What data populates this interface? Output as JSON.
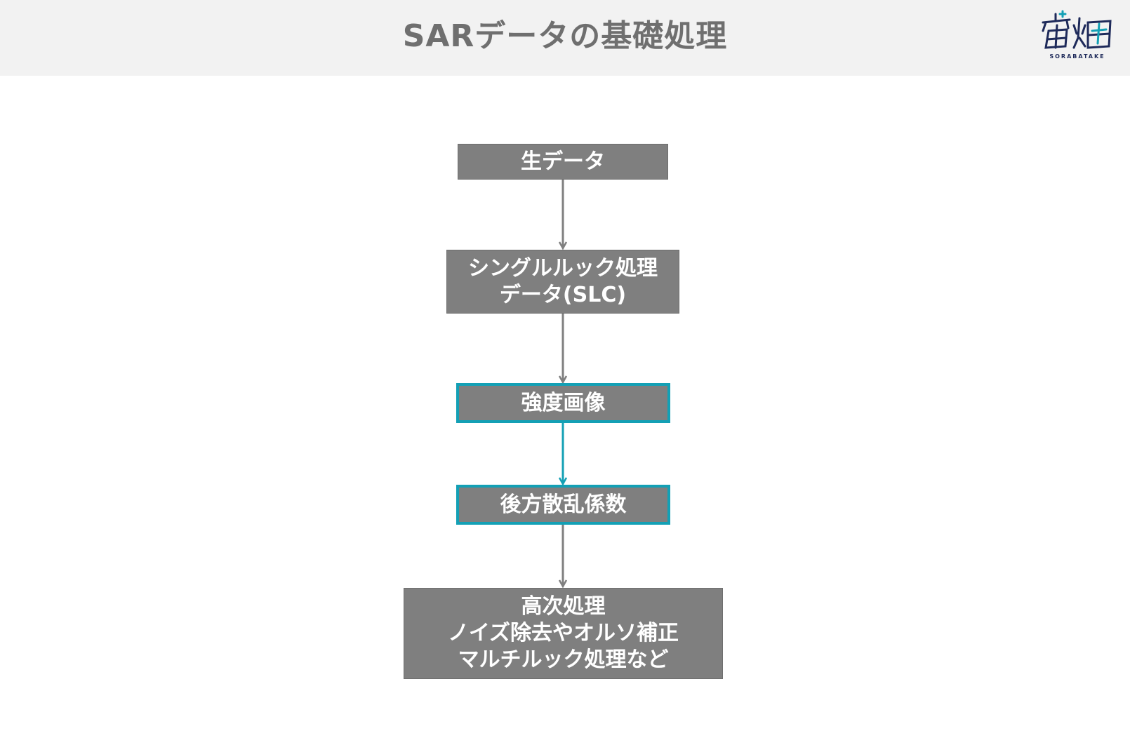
{
  "header": {
    "title": "SARデータの基礎処理",
    "logo_alt": "宙畑",
    "logo_text": "SORABATAKE"
  },
  "colors": {
    "box_fill": "#7f7f7f",
    "box_text": "#ffffff",
    "arrow_gray": "#7f7f7f",
    "highlight": "#13a0b5",
    "header_bg": "#f2f2f2",
    "title_text": "#6f6f6f"
  },
  "flow": {
    "nodes": [
      {
        "id": "raw",
        "label": "生データ",
        "highlighted": false
      },
      {
        "id": "slc",
        "label": "シングルルック処理\nデータ(SLC)",
        "highlighted": false
      },
      {
        "id": "intensity",
        "label": "強度画像",
        "highlighted": true
      },
      {
        "id": "backscatter",
        "label": "後方散乱係数",
        "highlighted": true
      },
      {
        "id": "advanced",
        "label": "高次処理\nノイズ除去やオルソ補正\nマルチルック処理など",
        "highlighted": false
      }
    ],
    "edges": [
      {
        "from": "raw",
        "to": "slc",
        "highlighted": false
      },
      {
        "from": "slc",
        "to": "intensity",
        "highlighted": false
      },
      {
        "from": "intensity",
        "to": "backscatter",
        "highlighted": true
      },
      {
        "from": "backscatter",
        "to": "advanced",
        "highlighted": false
      }
    ]
  }
}
